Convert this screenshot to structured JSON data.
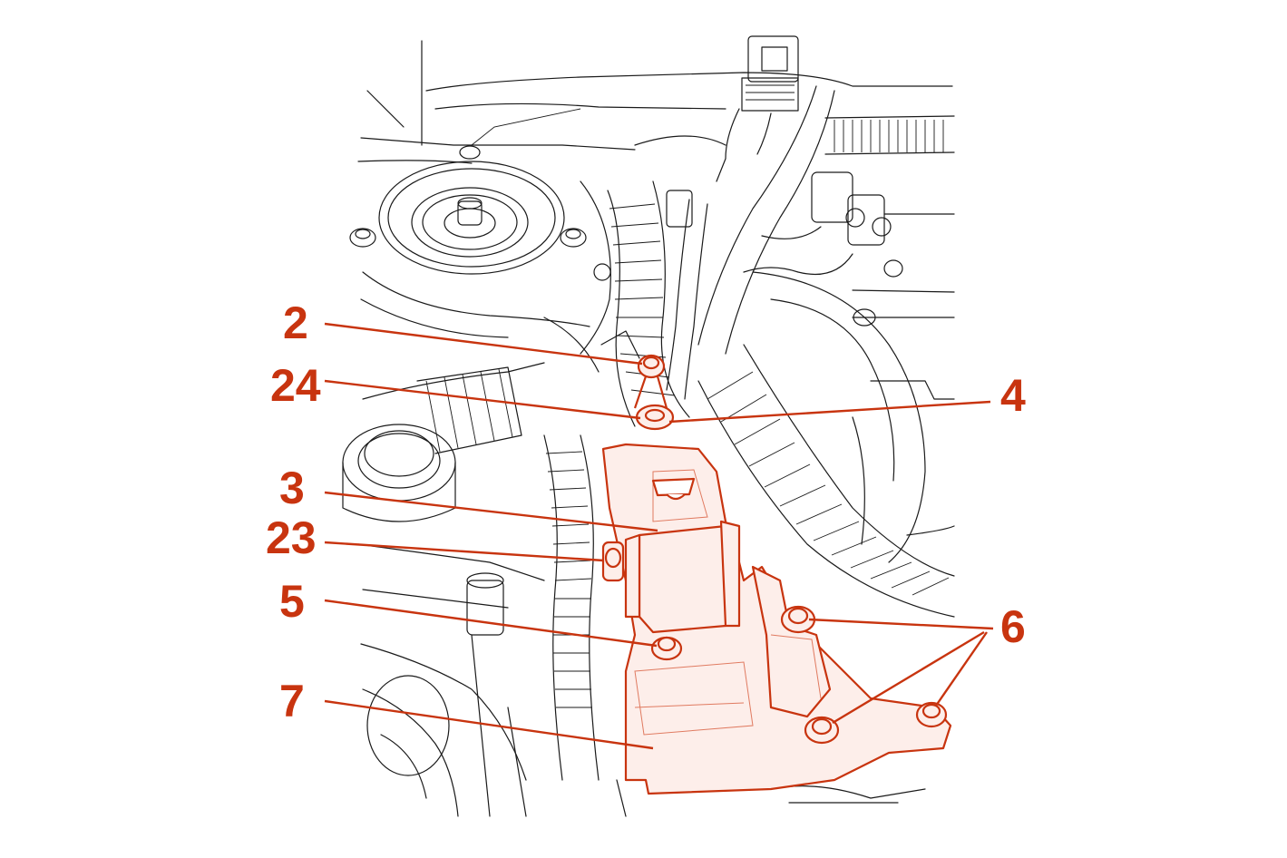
{
  "accent_color": "#c8340f",
  "line_color": "#1a1a1a",
  "callouts": {
    "c2": "2",
    "c24": "24",
    "c4": "4",
    "c3": "3",
    "c23": "23",
    "c5": "5",
    "c6": "6",
    "c7": "7"
  }
}
